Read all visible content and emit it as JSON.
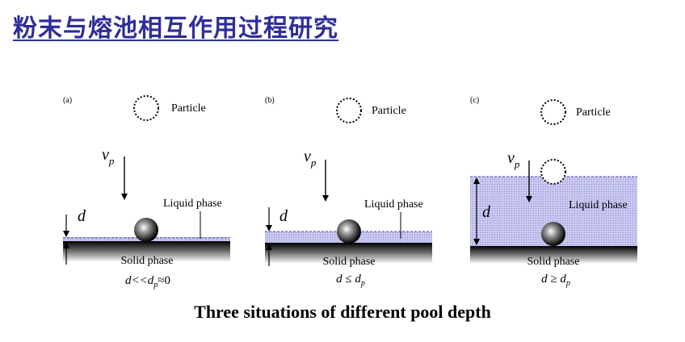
{
  "title": "粉末与熔池相互作用过程研究",
  "caption": "Three situations of different pool depth",
  "colors": {
    "title": "#2e2e9a",
    "liquid_fill": "#c8c8f0",
    "liquid_dots": "#8c8cd6",
    "dashed_line": "#4a4aa0"
  },
  "panels": [
    {
      "label": "(a)",
      "particle_label": "Particle",
      "velocity_label": "v",
      "velocity_subscript": "p",
      "depth_label": "d",
      "liquid_label": "Liquid phase",
      "solid_label": "Solid phase",
      "condition": {
        "main": "d<<d",
        "sub": "p",
        "tail": "≈0"
      }
    },
    {
      "label": "(b)",
      "particle_label": "Particle",
      "velocity_label": "v",
      "velocity_subscript": "p",
      "depth_label": "d",
      "liquid_label": "Liquid phase",
      "solid_label": "Solid phase",
      "condition": {
        "main": "d ≤ d",
        "sub": "p",
        "tail": ""
      }
    },
    {
      "label": "(c)",
      "particle_label": "Particle",
      "velocity_label": "v",
      "velocity_subscript": "p",
      "depth_label": "d",
      "liquid_label": "Liquid phase",
      "solid_label": "Solid phase",
      "condition": {
        "main": "d ≥ d",
        "sub": "p",
        "tail": ""
      }
    }
  ]
}
